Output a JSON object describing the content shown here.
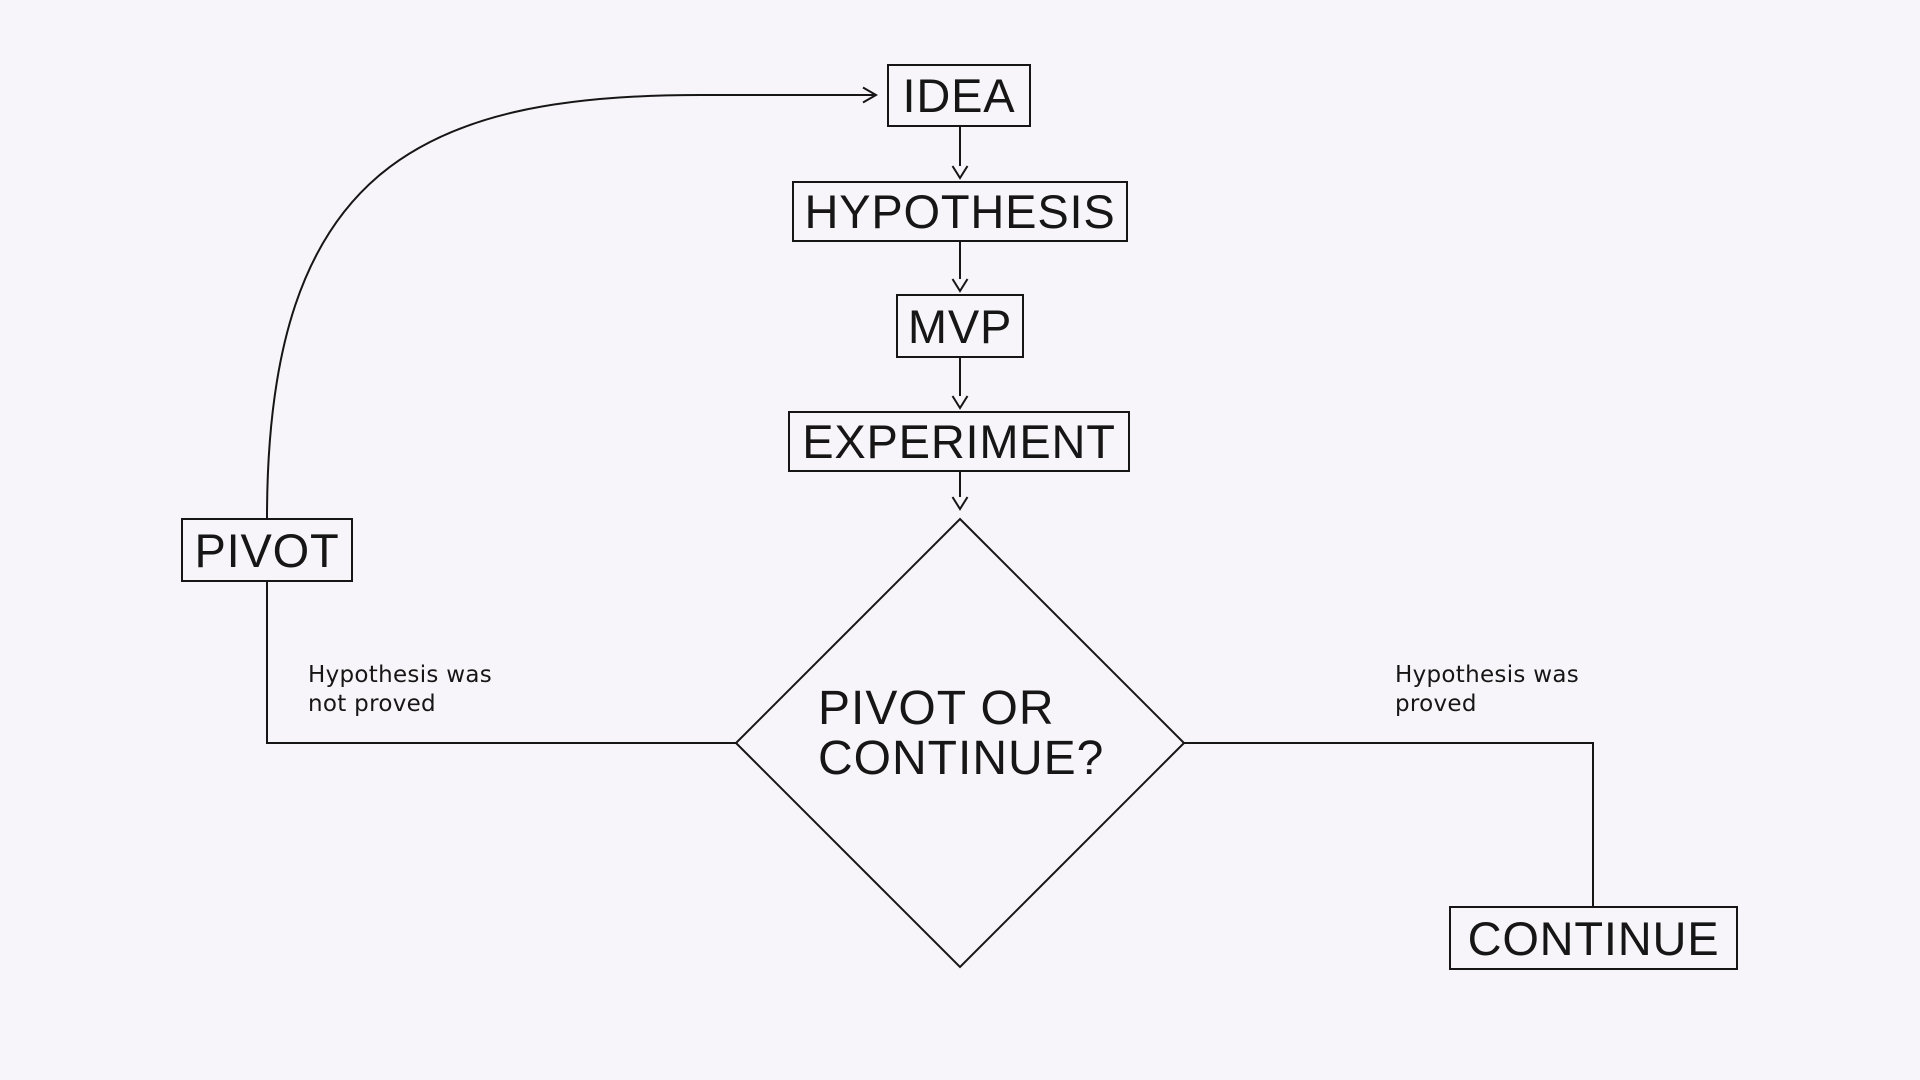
{
  "canvas": {
    "background": "#f7f5f9",
    "ink": "#161616"
  },
  "nodes": {
    "idea": {
      "label": "IDEA"
    },
    "hypothesis": {
      "label": "HYPOTHESIS"
    },
    "mvp": {
      "label": "MVP"
    },
    "experiment": {
      "label": "EXPERIMENT"
    },
    "decision": {
      "line1": "PIVOT OR",
      "line2": "CONTINUE?"
    },
    "pivot": {
      "label": "PIVOT"
    },
    "continue": {
      "label": "CONTINUE"
    }
  },
  "edge_labels": {
    "not_proved": {
      "line1": "Hypothesis was",
      "line2": "not proved"
    },
    "proved": {
      "line1": "Hypothesis was",
      "line2": "proved"
    }
  }
}
